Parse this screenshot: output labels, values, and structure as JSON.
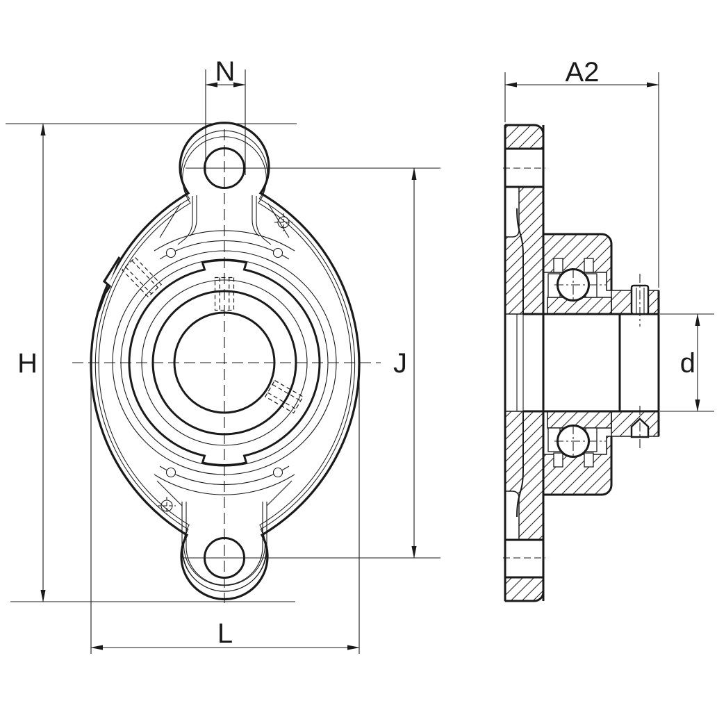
{
  "drawing": {
    "kind": "technical-drawing",
    "subject": "two-bolt oval flange bearing unit, front view and sectional side view"
  },
  "labels": {
    "n": "N",
    "h": "H",
    "j": "J",
    "l": "L",
    "a2": "A2",
    "d": "d"
  },
  "colors": {
    "line": "#1a1a1a",
    "background": "#ffffff"
  }
}
